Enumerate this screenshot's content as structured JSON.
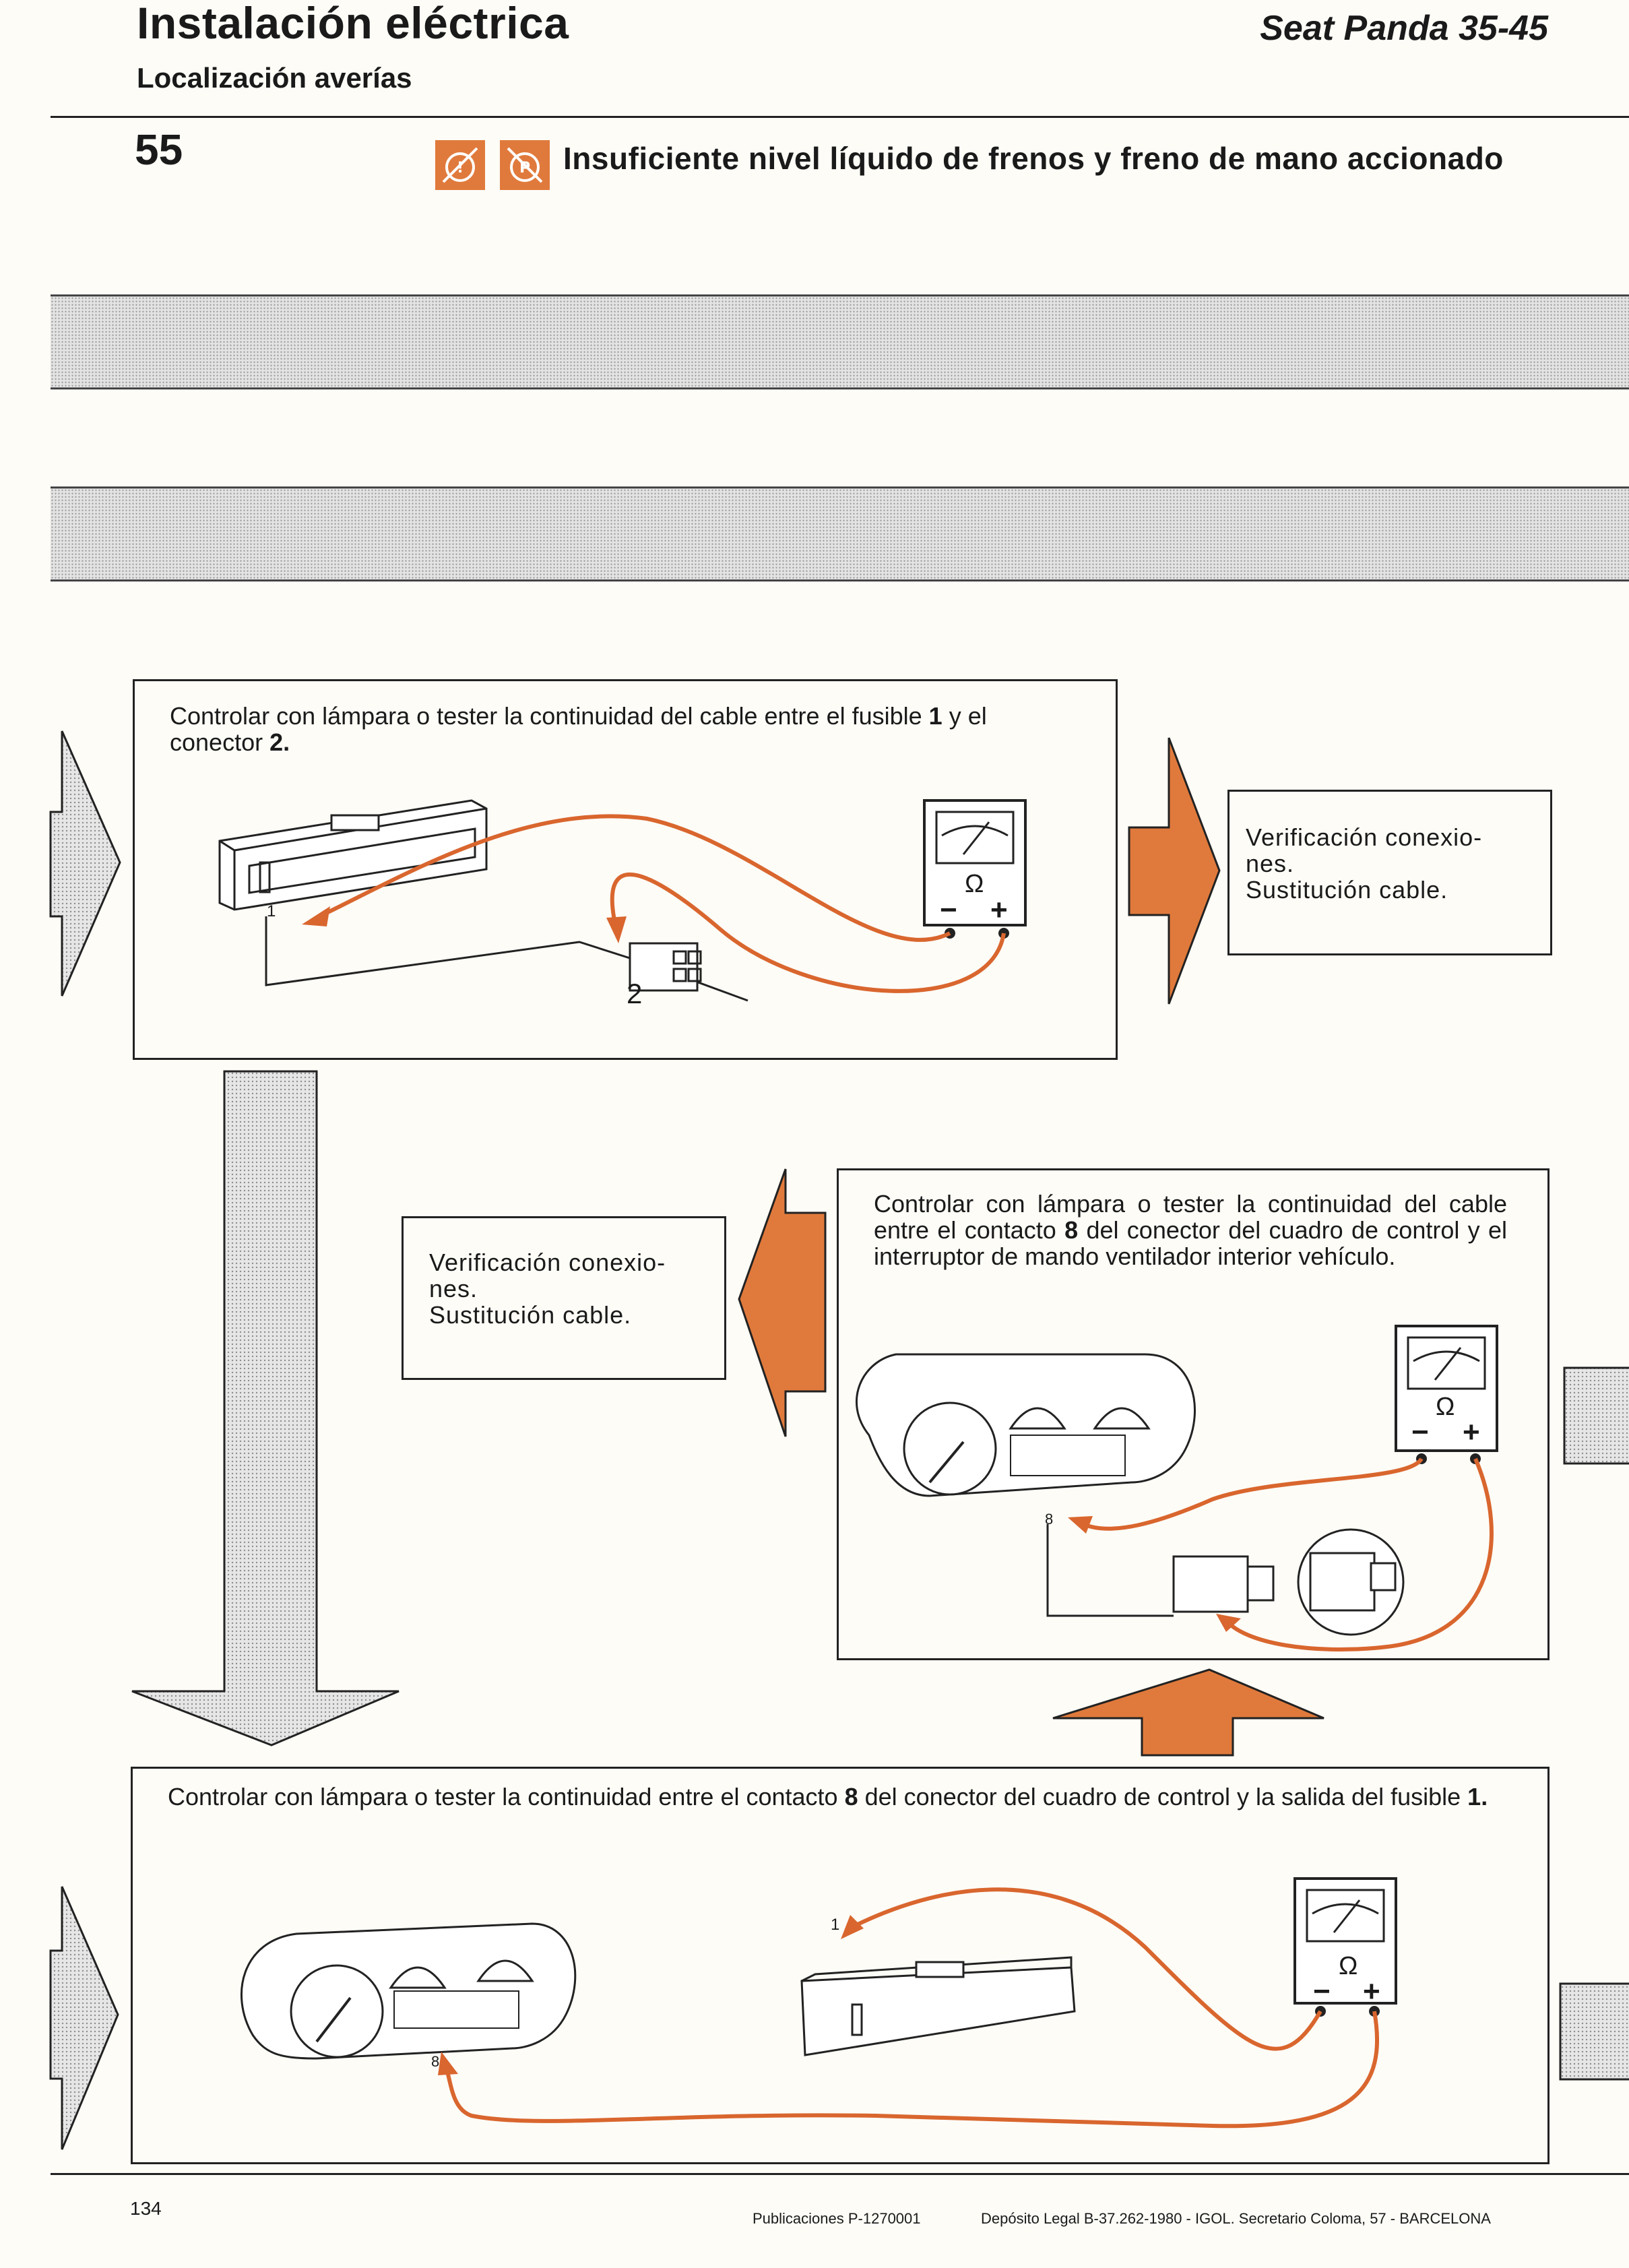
{
  "header": {
    "title": "Instalación eléctrica",
    "subtitle": "Localización averías",
    "model": "Seat Panda 35-45"
  },
  "section": {
    "number": "55",
    "warning_icons": [
      "brake-warning-icon",
      "handbrake-warning-icon"
    ],
    "heading": "Insuficiente nivel líquido de frenos y freno de mano accionado"
  },
  "steps": {
    "step1": {
      "text_before": "Controlar con lámpara o tester la continuidad del cable entre el fusible ",
      "bold1": "1",
      "text_mid": " y el conector ",
      "bold2": "2",
      "text_end": ".",
      "labels": {
        "fuse": "1",
        "connector": "2"
      }
    },
    "result1": {
      "line1": "Verificación conexio-",
      "line2": "nes.",
      "line3": "Sustitución cable."
    },
    "step2": {
      "text_before": "Controlar con lámpara o tester la continuidad del cable entre el contacto ",
      "bold1": "8",
      "text_end": " del conector del cuadro de control y el interruptor de mando ventilador interior vehículo.",
      "labels": {
        "contact": "8"
      }
    },
    "result2": {
      "line1": "Verificación conexio-",
      "line2": "nes.",
      "line3": "Sustitución cable."
    },
    "step3": {
      "text_before": "Controlar con lámpara o tester la continuidad entre el contacto ",
      "bold1": "8",
      "text_mid": " del conector del cuadro de control y la salida del fusible ",
      "bold2": "1",
      "text_end": ".",
      "labels": {
        "contact": "8",
        "fuse": "1"
      }
    }
  },
  "tester": {
    "symbol": "Ω",
    "minus": "−",
    "plus": "+"
  },
  "footer": {
    "page": "134",
    "publication": "Publicaciones P-1270001",
    "legal": "Depósito Legal B-37.262-1980 - IGOL. Secretario Coloma, 57 - BARCELONA"
  },
  "colors": {
    "accent": "#e07a3c",
    "wire": "#d9662e",
    "ink": "#1a1a1a"
  }
}
